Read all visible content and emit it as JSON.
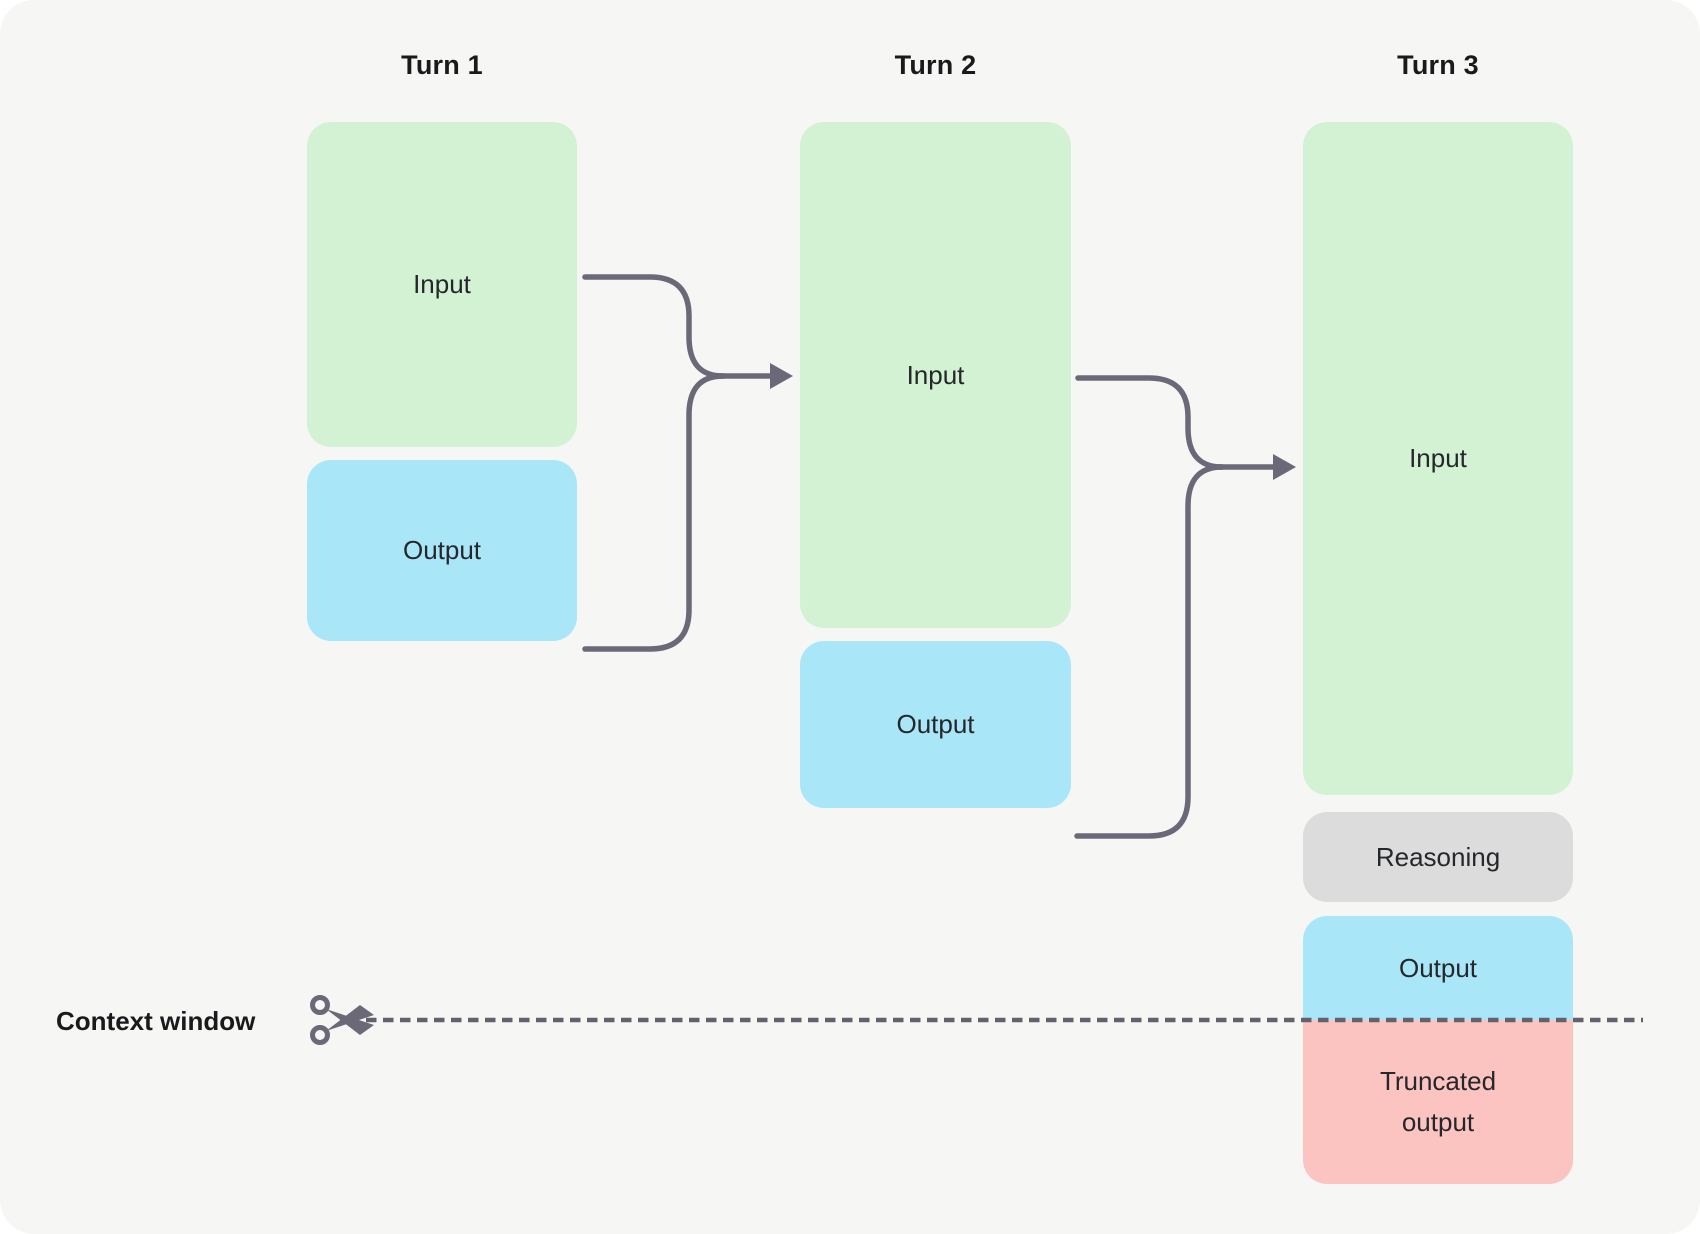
{
  "diagram": {
    "columns": [
      {
        "title": "Turn 1",
        "boxes": [
          {
            "label": "Input",
            "kind": "input"
          },
          {
            "label": "Output",
            "kind": "output"
          }
        ]
      },
      {
        "title": "Turn 2",
        "boxes": [
          {
            "label": "Input",
            "kind": "input"
          },
          {
            "label": "Output",
            "kind": "output"
          }
        ]
      },
      {
        "title": "Turn 3",
        "boxes": [
          {
            "label": "Input",
            "kind": "input"
          },
          {
            "label": "Reasoning",
            "kind": "reasoning"
          },
          {
            "label": "Output",
            "kind": "output"
          },
          {
            "label": "Truncated output",
            "kind": "truncated"
          }
        ]
      }
    ],
    "context_window": {
      "label": "Context window",
      "icon": "scissors-icon"
    },
    "colors": {
      "page": "#ffffff",
      "canvas": "#f6f6f4",
      "input_box": "#d2f2d3",
      "output_box": "#a9e7f8",
      "reasoning_box": "#dcdcdc",
      "truncated_box": "#fbc4c1",
      "arrow": "#6b6878",
      "dashed_line": "#62626f",
      "heading_text": "#191a1c",
      "label_text": "#26272b"
    }
  }
}
